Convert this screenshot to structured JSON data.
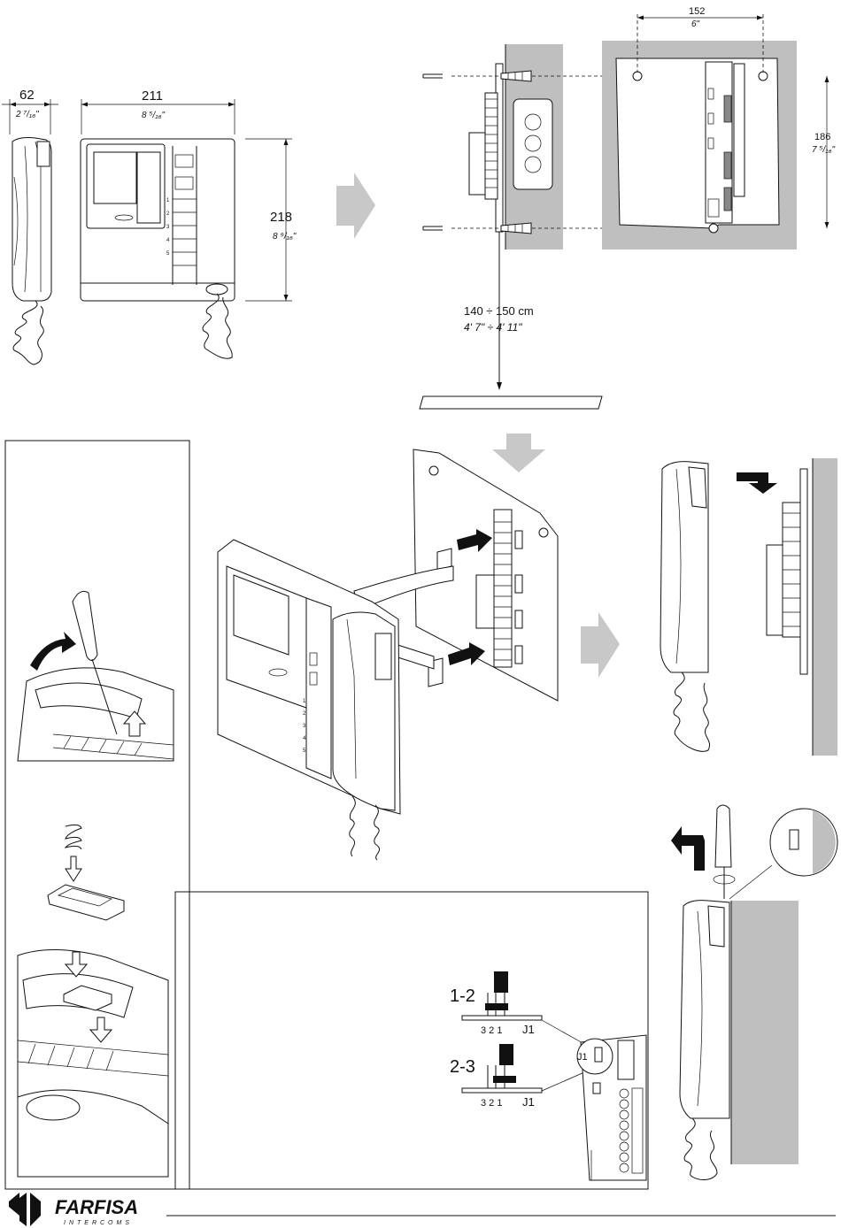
{
  "dimensions": {
    "depth": {
      "value": "62",
      "inch": "2 ⁷/₁₆\""
    },
    "width": {
      "value": "211",
      "inch": "8 ⁵/₁₆\""
    },
    "height": {
      "value": "218",
      "inch": "8 ⁹/₁₆\""
    },
    "hole_spacing": {
      "value": "152",
      "inch": "6\""
    },
    "plate_height": {
      "value": "186",
      "inch": "7 ⁵/₁₆\""
    }
  },
  "mounting_height": {
    "metric": "140 ÷ 150  cm",
    "imperial": "4'  7\" ÷ 4'  11\""
  },
  "keypad_numbers": [
    "1",
    "2",
    "3",
    "4",
    "5"
  ],
  "jumper": {
    "setting_a": "1-2",
    "setting_b": "2-3",
    "pins_a": "3 2 1",
    "pins_b": "3 2 1",
    "name_a": "J1",
    "name_b": "J1",
    "board_label": "J1"
  },
  "brand": {
    "name": "FARFISA",
    "sub": "INTERCOMS"
  },
  "colors": {
    "wall": "#bfbfbf",
    "arrow": "#c8c8c8",
    "line": "#111111"
  }
}
